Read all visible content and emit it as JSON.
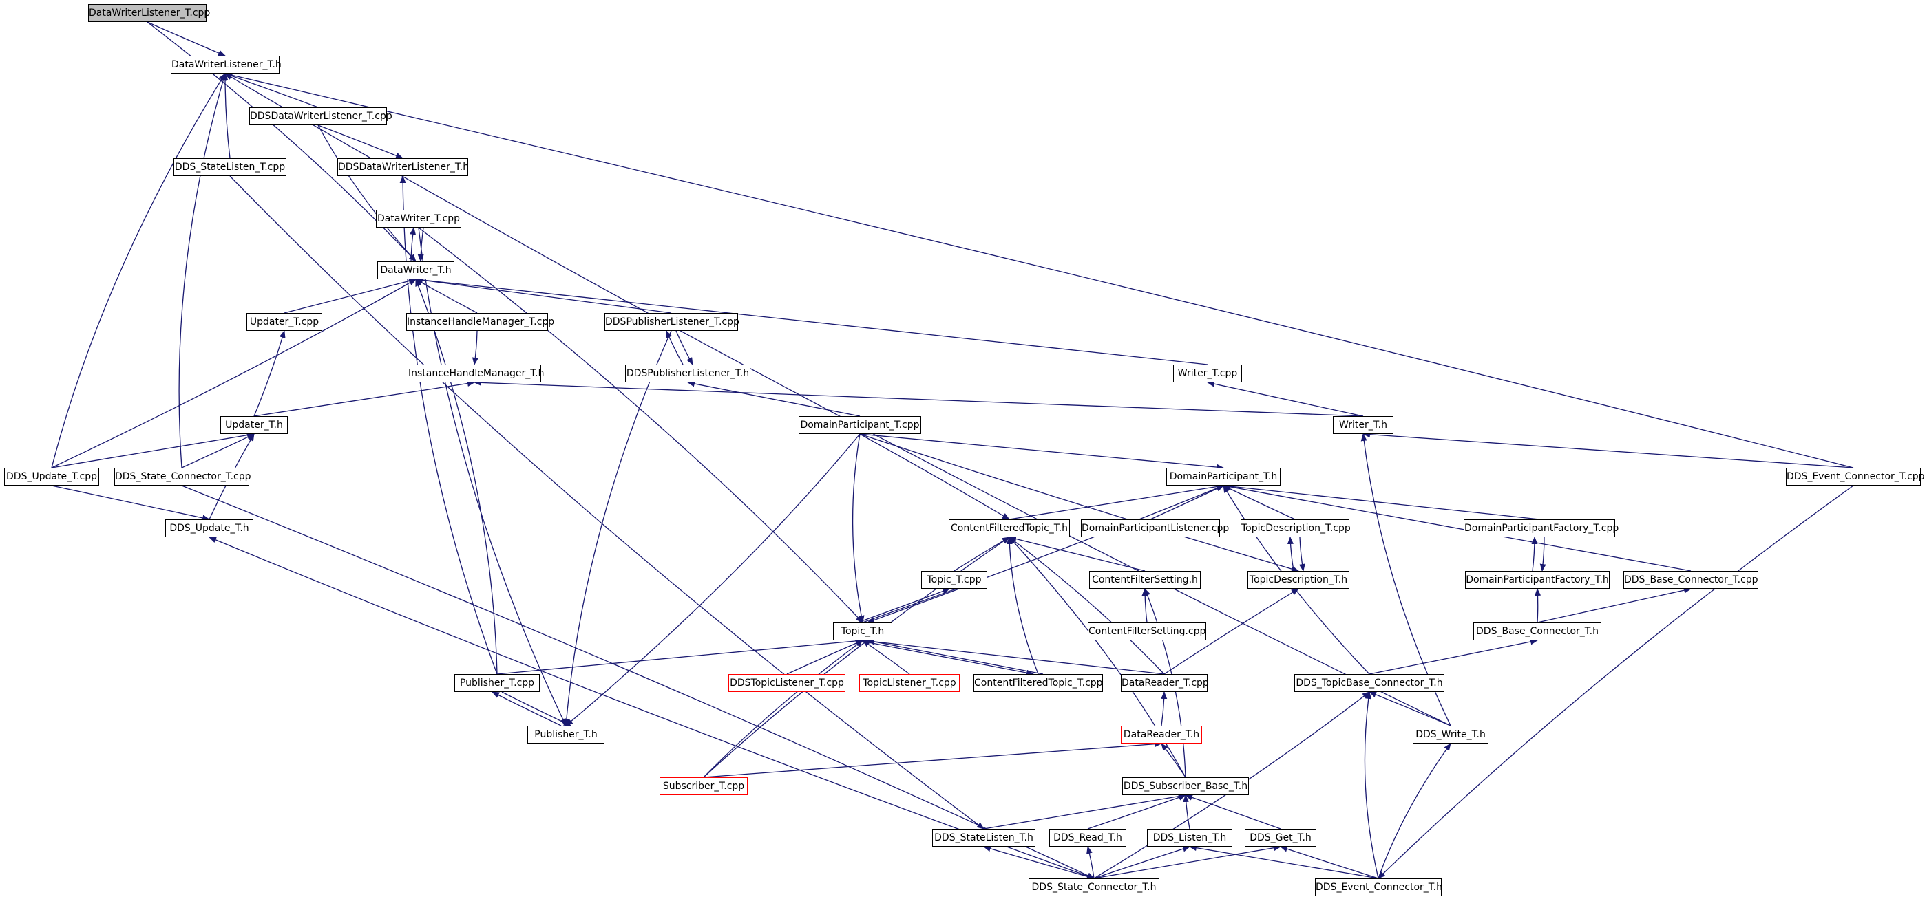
{
  "colors": {
    "edge": "#191970",
    "node_border": "#000000",
    "root_fill": "#bfbfbf",
    "truncated_border": "#ff0000"
  },
  "nodes": {
    "dwl_cpp": "DataWriterListener_T.cpp",
    "dwl_h": "DataWriterListener_T.h",
    "ddsdwl_cpp": "DDSDataWriterListener_T.cpp",
    "ddsdwl_h": "DDSDataWriterListener_T.h",
    "stl_cpp": "DDS_StateListen_T.cpp",
    "dw_cpp": "DataWriter_T.cpp",
    "dw_h": "DataWriter_T.h",
    "upd_cpp": "Updater_T.cpp",
    "ihm_cpp": "InstanceHandleManager_T.cpp",
    "ddspl_cpp": "DDSPublisherListener_T.cpp",
    "ddspl_h": "DDSPublisherListener_T.h",
    "ihm_h": "InstanceHandleManager_T.h",
    "wr_cpp": "Writer_T.cpp",
    "upd_h": "Updater_T.h",
    "dpt_cpp": "DomainParticipant_T.cpp",
    "wr_h": "Writer_T.h",
    "ddsupd_cpp": "DDS_Update_T.cpp",
    "dsc_cpp": "DDS_State_Connector_T.cpp",
    "dp_h": "DomainParticipant_T.h",
    "dec_cpp": "DDS_Event_Connector_T.cpp",
    "ddsupd_h": "DDS_Update_T.h",
    "cft_h": "ContentFilteredTopic_T.h",
    "dpl_cpp": "DomainParticipantListener.cpp",
    "td_cpp": "TopicDescription_T.cpp",
    "dpf_cpp": "DomainParticipantFactory_T.cpp",
    "topic_cpp": "Topic_T.cpp",
    "cfs_h": "ContentFilterSetting.h",
    "td_h": "TopicDescription_T.h",
    "dpf_h": "DomainParticipantFactory_T.h",
    "bc_cpp": "DDS_Base_Connector_T.cpp",
    "topic_h": "Topic_T.h",
    "cfs_cpp": "ContentFilterSetting.cpp",
    "bc_h": "DDS_Base_Connector_T.h",
    "pub_cpp": "Publisher_T.cpp",
    "ddstl_cpp": "DDSTopicListener_T.cpp",
    "tl_cpp": "TopicListener_T.cpp",
    "cft_cpp": "ContentFilteredTopic_T.cpp",
    "dr_cpp": "DataReader_T.cpp",
    "tbc_h": "DDS_TopicBase_Connector_T.h",
    "pub_h": "Publisher_T.h",
    "dr_h": "DataReader_T.h",
    "write_h": "DDS_Write_T.h",
    "sub_cpp": "Subscriber_T.cpp",
    "sb_h": "DDS_Subscriber_Base_T.h",
    "stl_h": "DDS_StateListen_T.h",
    "read_h": "DDS_Read_T.h",
    "listen_h": "DDS_Listen_T.h",
    "get_h": "DDS_Get_T.h",
    "sc_h": "DDS_State_Connector_T.h",
    "ec_h": "DDS_Event_Connector_T.h"
  }
}
